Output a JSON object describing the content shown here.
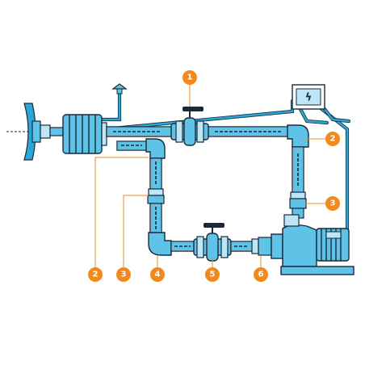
{
  "diagram": {
    "colors": {
      "pipe": "#5fc3e8",
      "outline": "#1a2a3a",
      "accent": "#f08a1c",
      "background": "#ffffff"
    },
    "components": [
      {
        "id": "skimmer",
        "icon": "pool-nozzle-icon"
      },
      {
        "id": "filter",
        "icon": "filter-tank-icon"
      },
      {
        "id": "valve-top",
        "icon": "ball-valve-icon"
      },
      {
        "id": "valve-bottom",
        "icon": "ball-valve-icon"
      },
      {
        "id": "pump",
        "icon": "pump-motor-icon"
      },
      {
        "id": "control-box",
        "icon": "electric-box-icon",
        "symbol": "ϟ"
      }
    ],
    "callouts": [
      {
        "id": "c1",
        "label": "1"
      },
      {
        "id": "c2a",
        "label": "2"
      },
      {
        "id": "c3a",
        "label": "3"
      },
      {
        "id": "c2b",
        "label": "2"
      },
      {
        "id": "c3b",
        "label": "3"
      },
      {
        "id": "c4",
        "label": "4"
      },
      {
        "id": "c5",
        "label": "5"
      },
      {
        "id": "c6",
        "label": "6"
      }
    ]
  }
}
